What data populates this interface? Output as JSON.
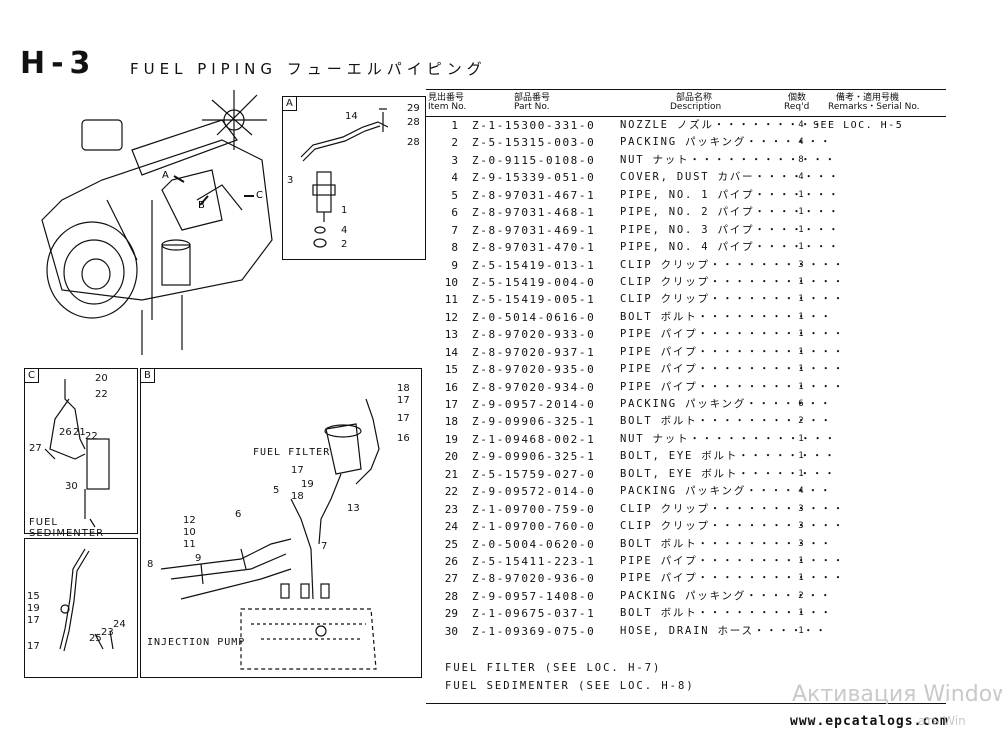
{
  "header": {
    "code": "H-3",
    "title": "FUEL PIPING フューエルパイピング"
  },
  "table": {
    "col_item": [
      "見出番号",
      "Item No."
    ],
    "col_part": [
      "部品番号",
      "Part No."
    ],
    "col_desc": [
      "部品名称",
      "Description"
    ],
    "col_qty": [
      "個数",
      "Req'd"
    ],
    "col_remarks": [
      "備考・適用号機",
      "Remarks・Serial No."
    ],
    "rows": [
      {
        "no": "1",
        "part": "Z-1-15300-331-0",
        "desc": "NOZZLE ノズル・・・・・・・・・",
        "qty": "4",
        "remarks": "SEE LOC. H-5"
      },
      {
        "no": "2",
        "part": "Z-5-15315-003-0",
        "desc": "PACKING パッキング・・・・・・・",
        "qty": "4",
        "remarks": ""
      },
      {
        "no": "3",
        "part": "Z-0-9115-0108-0",
        "desc": "NUT ナット・・・・・・・・・・・・",
        "qty": "8",
        "remarks": ""
      },
      {
        "no": "4",
        "part": "Z-9-15339-051-0",
        "desc": "COVER, DUST カバー・・・・・・・",
        "qty": "4",
        "remarks": ""
      },
      {
        "no": "5",
        "part": "Z-8-97031-467-1",
        "desc": "PIPE, NO. 1 パイプ・・・・・・・",
        "qty": "1",
        "remarks": ""
      },
      {
        "no": "6",
        "part": "Z-8-97031-468-1",
        "desc": "PIPE, NO. 2 パイプ・・・・・・・",
        "qty": "1",
        "remarks": ""
      },
      {
        "no": "7",
        "part": "Z-8-97031-469-1",
        "desc": "PIPE, NO. 3 パイプ・・・・・・・",
        "qty": "1",
        "remarks": ""
      },
      {
        "no": "8",
        "part": "Z-8-97031-470-1",
        "desc": "PIPE, NO. 4 パイプ・・・・・・・",
        "qty": "1",
        "remarks": ""
      },
      {
        "no": "9",
        "part": "Z-5-15419-013-1",
        "desc": "CLIP クリップ・・・・・・・・・・・",
        "qty": "3",
        "remarks": ""
      },
      {
        "no": "10",
        "part": "Z-5-15419-004-0",
        "desc": "CLIP クリップ・・・・・・・・・・・",
        "qty": "1",
        "remarks": ""
      },
      {
        "no": "11",
        "part": "Z-5-15419-005-1",
        "desc": "CLIP クリップ・・・・・・・・・・・",
        "qty": "1",
        "remarks": ""
      },
      {
        "no": "12",
        "part": "Z-0-5014-0616-0",
        "desc": "BOLT ボルト・・・・・・・・・・・",
        "qty": "1",
        "remarks": ""
      },
      {
        "no": "13",
        "part": "Z-8-97020-933-0",
        "desc": "PIPE パイプ・・・・・・・・・・・・",
        "qty": "1",
        "remarks": ""
      },
      {
        "no": "14",
        "part": "Z-8-97020-937-1",
        "desc": "PIPE パイプ・・・・・・・・・・・・",
        "qty": "1",
        "remarks": ""
      },
      {
        "no": "15",
        "part": "Z-8-97020-935-0",
        "desc": "PIPE パイプ・・・・・・・・・・・・",
        "qty": "1",
        "remarks": ""
      },
      {
        "no": "16",
        "part": "Z-8-97020-934-0",
        "desc": "PIPE パイプ・・・・・・・・・・・・",
        "qty": "1",
        "remarks": ""
      },
      {
        "no": "17",
        "part": "Z-9-0957-2014-0",
        "desc": "PACKING パッキング・・・・・・・",
        "qty": "6",
        "remarks": ""
      },
      {
        "no": "18",
        "part": "Z-9-09906-325-1",
        "desc": "BOLT ボルト・・・・・・・・・・・",
        "qty": "2",
        "remarks": ""
      },
      {
        "no": "19",
        "part": "Z-1-09468-002-1",
        "desc": "NUT ナット・・・・・・・・・・・・",
        "qty": "1",
        "remarks": ""
      },
      {
        "no": "20",
        "part": "Z-9-09906-325-1",
        "desc": "BOLT, EYE ボルト・・・・・・・・",
        "qty": "1",
        "remarks": ""
      },
      {
        "no": "21",
        "part": "Z-5-15759-027-0",
        "desc": "BOLT, EYE ボルト・・・・・・・・",
        "qty": "1",
        "remarks": ""
      },
      {
        "no": "22",
        "part": "Z-9-09572-014-0",
        "desc": "PACKING パッキング・・・・・・・",
        "qty": "4",
        "remarks": ""
      },
      {
        "no": "23",
        "part": "Z-1-09700-759-0",
        "desc": "CLIP クリップ・・・・・・・・・・・",
        "qty": "3",
        "remarks": ""
      },
      {
        "no": "24",
        "part": "Z-1-09700-760-0",
        "desc": "CLIP クリップ・・・・・・・・・・・",
        "qty": "3",
        "remarks": ""
      },
      {
        "no": "25",
        "part": "Z-0-5004-0620-0",
        "desc": "BOLT ボルト・・・・・・・・・・・",
        "qty": "3",
        "remarks": ""
      },
      {
        "no": "26",
        "part": "Z-5-15411-223-1",
        "desc": "PIPE パイプ・・・・・・・・・・・・",
        "qty": "1",
        "remarks": ""
      },
      {
        "no": "27",
        "part": "Z-8-97020-936-0",
        "desc": "PIPE パイプ・・・・・・・・・・・・",
        "qty": "1",
        "remarks": ""
      },
      {
        "no": "28",
        "part": "Z-9-0957-1408-0",
        "desc": "PACKING パッキング・・・・・・・",
        "qty": "2",
        "remarks": ""
      },
      {
        "no": "29",
        "part": "Z-1-09675-037-1",
        "desc": "BOLT ボルト・・・・・・・・・・・",
        "qty": "1",
        "remarks": ""
      },
      {
        "no": "30",
        "part": "Z-1-09369-075-0",
        "desc": "HOSE, DRAIN ホース・・・・・・",
        "qty": "1",
        "remarks": ""
      }
    ],
    "notes": [
      "FUEL FILTER (SEE LOC. H-7)",
      "FUEL SEDIMENTER (SEE LOC. H-8)"
    ]
  },
  "diagram": {
    "box_a": {
      "tag": "A",
      "callouts": [
        "29",
        "28",
        "28",
        "14",
        "3",
        "1",
        "4",
        "2"
      ]
    },
    "box_b": {
      "tag": "B",
      "callouts": [
        "18",
        "17",
        "17",
        "16",
        "17",
        "5",
        "18",
        "13",
        "12",
        "10",
        "11",
        "6",
        "9",
        "8",
        "7",
        "19"
      ],
      "labels": {
        "fuel_filter": "FUEL FILTER",
        "injection_pump": "INJECTION PUMP"
      }
    },
    "box_c": {
      "tag": "C",
      "callouts": [
        "20",
        "22",
        "27",
        "26",
        "21",
        "22",
        "30"
      ],
      "labels": {
        "fuel_sedimenter": "FUEL SEDIMENTER"
      }
    },
    "box_d": {
      "callouts": [
        "15",
        "19",
        "17",
        "17",
        "25",
        "23",
        "24"
      ]
    },
    "engine_arrows": [
      "A",
      "B",
      "C"
    ]
  },
  "footer": {
    "watermark": "Активация Window",
    "site": "www.epcatalogs.com",
    "site_ghost": "ать Win"
  }
}
